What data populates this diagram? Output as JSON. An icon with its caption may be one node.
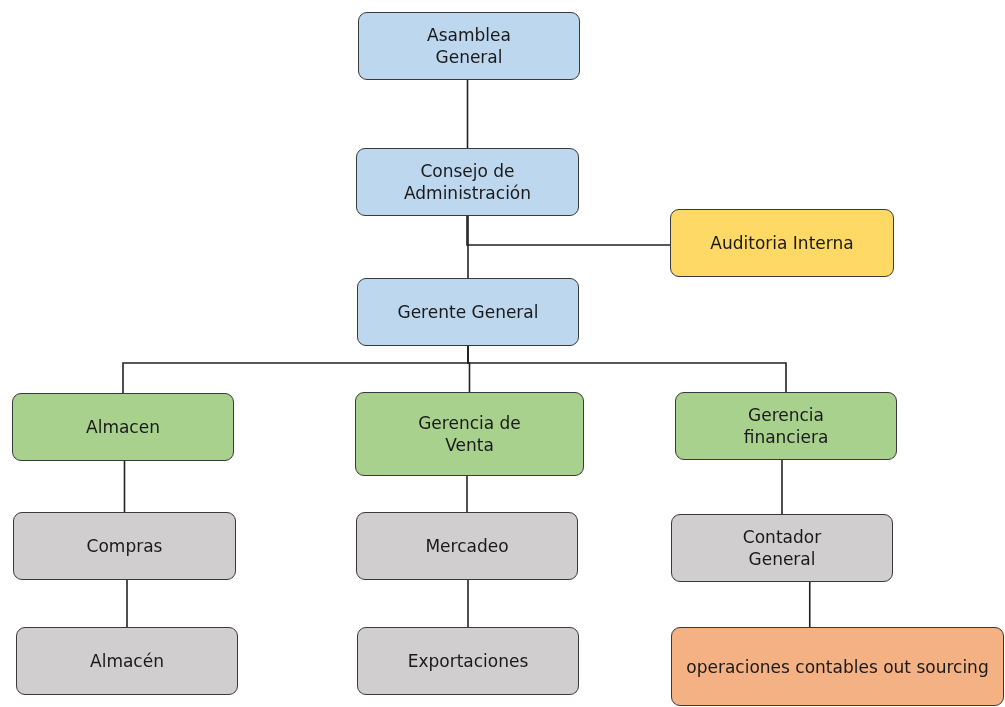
{
  "diagram": {
    "nodes": [
      {
        "text": [
          "Asamblea General"
        ]
      },
      {
        "text": [
          "Consejo de Administración"
        ]
      },
      {
        "text": [
          "Auditoria Interna"
        ]
      },
      {
        "text": [
          "Gerente General"
        ]
      },
      {
        "text": [
          "Almacen"
        ]
      },
      {
        "text": [
          "Gerencia de Venta"
        ]
      },
      {
        "text": [
          "Gerencia financiera"
        ]
      },
      {
        "text": [
          "Compras"
        ]
      },
      {
        "text": [
          "Mercadeo"
        ]
      },
      {
        "text": [
          "Contador General"
        ]
      },
      {
        "text": [
          "Almacén"
        ]
      },
      {
        "text": [
          "Exportaciones"
        ]
      },
      {
        "text": [
          "operaciones contables out sourcing"
        ]
      }
    ],
    "edges": [
      {
        "from": 0,
        "to": 1,
        "arrow": "none"
      },
      {
        "from": 1,
        "to": 3,
        "arrow": "none"
      },
      {
        "from": 1,
        "to": 2,
        "arrow": "none"
      },
      {
        "from": 3,
        "to": 4,
        "arrow": "none"
      },
      {
        "from": 3,
        "to": 5,
        "arrow": "none"
      },
      {
        "from": 3,
        "to": 6,
        "arrow": "none"
      },
      {
        "from": 4,
        "to": 7,
        "arrow": "none"
      },
      {
        "from": 7,
        "to": 10,
        "arrow": "none"
      },
      {
        "from": 5,
        "to": 8,
        "arrow": "none"
      },
      {
        "from": 8,
        "to": 11,
        "arrow": "none"
      },
      {
        "from": 6,
        "to": 9,
        "arrow": "none"
      },
      {
        "from": 9,
        "to": 12,
        "arrow": "none"
      }
    ]
  }
}
